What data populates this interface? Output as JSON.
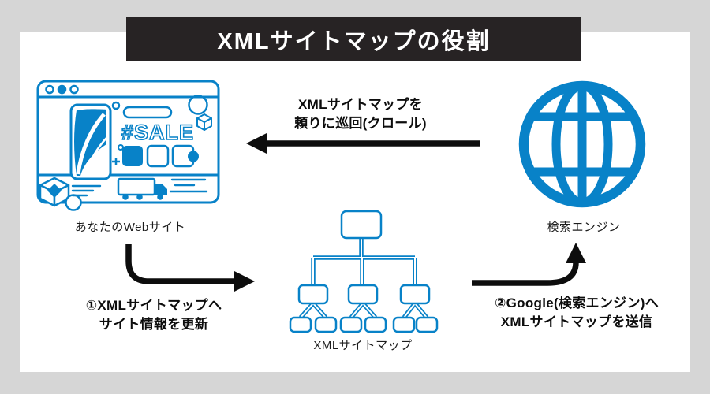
{
  "title": "XMLサイトマップの役割",
  "colors": {
    "blue": "#0882c8",
    "arrow_black": "#0d0d0d",
    "title_bar": "#272324",
    "background": "#d6d6d6",
    "panel": "#ffffff"
  },
  "website": {
    "label": "あなたのWebサイト",
    "sale_badge": "#SALE"
  },
  "search_engine": {
    "label": "検索エンジン"
  },
  "sitemap": {
    "label": "XMLサイトマップ"
  },
  "annotations": {
    "crawl": {
      "line1": "XMLサイトマップを",
      "line2": "頼りに巡回(クロール)"
    },
    "update": {
      "line1": "①XMLサイトマップへ",
      "line2": "サイト情報を更新"
    },
    "submit": {
      "line1": "②Google(検索エンジン)へ",
      "line2": "XMLサイトマップを送信"
    }
  }
}
